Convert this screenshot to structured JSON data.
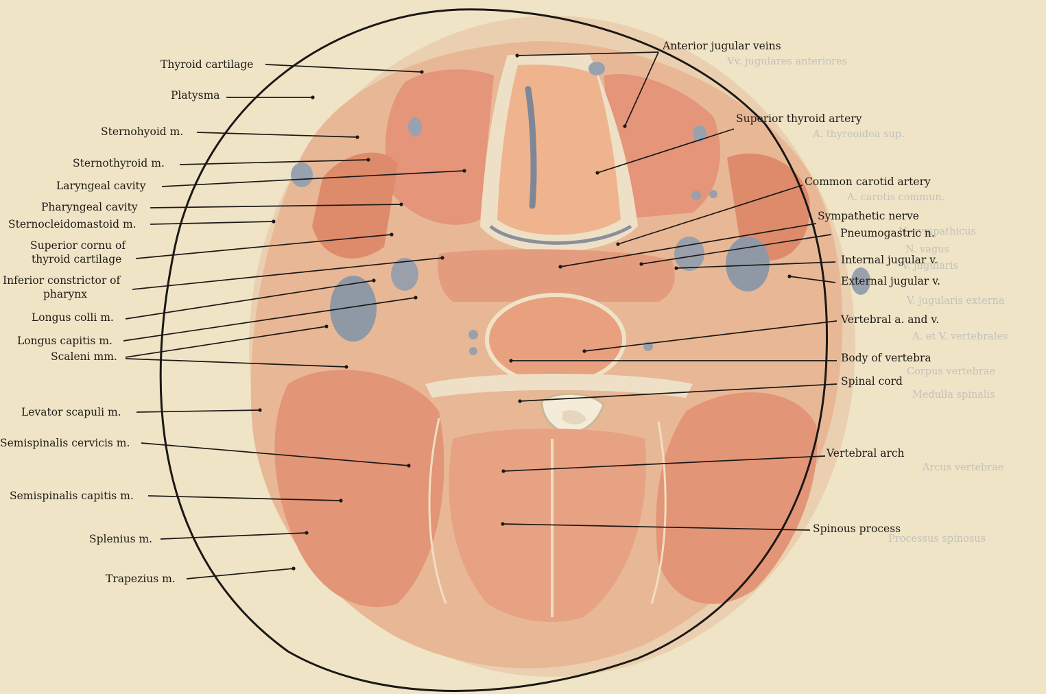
{
  "colors": {
    "paper": "#efe4c6",
    "section_base": "#e9c7a6",
    "muscle": "#e49a7a",
    "muscle_dark": "#d98466",
    "fascia": "#eee0c6",
    "vessel": "#8f99a6",
    "outline": "#1b1815"
  },
  "labels_left": [
    {
      "id": "thyroid-cartilage",
      "text": "Thyroid cartilage"
    },
    {
      "id": "platysma",
      "text": "Platysma"
    },
    {
      "id": "sternohyoid",
      "text": "Sternohyoid m."
    },
    {
      "id": "sternothyroid",
      "text": "Sternothyroid m."
    },
    {
      "id": "laryngeal-cavity",
      "text": "Laryngeal cavity"
    },
    {
      "id": "pharyngeal-cavity",
      "text": "Pharyngeal cavity"
    },
    {
      "id": "sternocleidomastoid",
      "text": "Sternocleidomastoid m."
    },
    {
      "id": "superior-cornu-1",
      "text": "Superior cornu of"
    },
    {
      "id": "superior-cornu-2",
      "text": "thyroid cartilage"
    },
    {
      "id": "inferior-constrictor-1",
      "text": "Inferior constrictor of"
    },
    {
      "id": "inferior-constrictor-2",
      "text": "pharynx"
    },
    {
      "id": "longus-colli",
      "text": "Longus colli m."
    },
    {
      "id": "longus-capitis",
      "text": "Longus capitis m."
    },
    {
      "id": "scaleni",
      "text": "Scaleni mm."
    },
    {
      "id": "levator-scapuli",
      "text": "Levator scapuli m."
    },
    {
      "id": "semispinalis-cervicis",
      "text": "Semispinalis cervicis m."
    },
    {
      "id": "semispinalis-capitis",
      "text": "Semispinalis capitis m."
    },
    {
      "id": "splenius",
      "text": "Splenius m."
    },
    {
      "id": "trapezius",
      "text": "Trapezius m."
    }
  ],
  "labels_right": [
    {
      "id": "anterior-jugular",
      "text": "Anterior jugular veins"
    },
    {
      "id": "superior-thyroid-artery",
      "text": "Superior thyroid artery"
    },
    {
      "id": "common-carotid",
      "text": "Common carotid artery"
    },
    {
      "id": "sympathetic",
      "text": "Sympathetic nerve"
    },
    {
      "id": "pneumogastric",
      "text": "Pneumogastric n."
    },
    {
      "id": "internal-jugular",
      "text": "Internal jugular v."
    },
    {
      "id": "external-jugular",
      "text": "External jugular v."
    },
    {
      "id": "vertebral-av",
      "text": "Vertebral a. and v."
    },
    {
      "id": "body-vertebra",
      "text": "Body of vertebra"
    },
    {
      "id": "spinal-cord",
      "text": "Spinal cord"
    },
    {
      "id": "vertebral-arch",
      "text": "Vertebral arch"
    },
    {
      "id": "spinous-process",
      "text": "Spinous process"
    }
  ],
  "ghost_labels": [
    {
      "id": "vv-jugulares",
      "text": "Vv. jugulares anteriores"
    },
    {
      "id": "a-thyreoidea",
      "text": "A. thyreoidea sup."
    },
    {
      "id": "a-carotis",
      "text": "A. carotis commun."
    },
    {
      "id": "n-sympathicus",
      "text": "N. sympathicus"
    },
    {
      "id": "n-vagus",
      "text": "N. vagus"
    },
    {
      "id": "v-jugularis-1",
      "text": "V. jugularis"
    },
    {
      "id": "v-jugularis-ext",
      "text": "V. jugularis externa"
    },
    {
      "id": "a-et-v",
      "text": "A. et V. vertebrales"
    },
    {
      "id": "corpus",
      "text": "Corpus vertebrae"
    },
    {
      "id": "medulla",
      "text": "Medulla spinalis"
    },
    {
      "id": "arcus",
      "text": "Arcus vertebrae"
    },
    {
      "id": "processus",
      "text": "Processus spinosus"
    }
  ]
}
